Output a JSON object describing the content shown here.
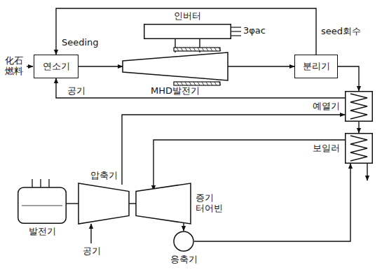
{
  "diagram": {
    "nodes": [
      {
        "text": [
          "인버터"
        ]
      },
      {
        "text": [
          "연소기"
        ]
      },
      {
        "text": [
          "MHD발전기"
        ]
      },
      {
        "text": [
          "분리기"
        ]
      },
      {
        "text": [
          "예열기"
        ]
      },
      {
        "text": [
          "보일러"
        ]
      },
      {
        "text": [
          "압축기"
        ]
      },
      {
        "text": [
          "증기 터어빈"
        ]
      },
      {
        "text": [
          "응축기"
        ]
      },
      {
        "text": [
          "발전기"
        ]
      }
    ],
    "edges": [
      {
        "from": 1,
        "to": 2,
        "arrow": "to"
      },
      {
        "from": 2,
        "to": 0,
        "arrow": "none"
      },
      {
        "from": 2,
        "to": 3,
        "arrow": "to"
      },
      {
        "from": 3,
        "to": 1,
        "arrow": "to"
      },
      {
        "from": 3,
        "to": 4,
        "arrow": "to"
      },
      {
        "from": 4,
        "to": 5,
        "arrow": "to"
      },
      {
        "from": 4,
        "to": 1,
        "label": "공기",
        "arrow": "to"
      },
      {
        "from": 6,
        "to": 4,
        "arrow": "to"
      },
      {
        "from": 5,
        "to": 7,
        "arrow": "to"
      },
      {
        "from": 7,
        "to": 8,
        "arrow": "to"
      },
      {
        "from": 8,
        "to": 5,
        "arrow": "to"
      },
      {
        "from": 9,
        "to": 6,
        "arrow": "none"
      },
      {
        "from": 6,
        "to": 7,
        "arrow": "none"
      }
    ],
    "labels": [
      "化石 燃料",
      "Seeding",
      "seed회수",
      "3φac",
      "공기"
    ]
  }
}
